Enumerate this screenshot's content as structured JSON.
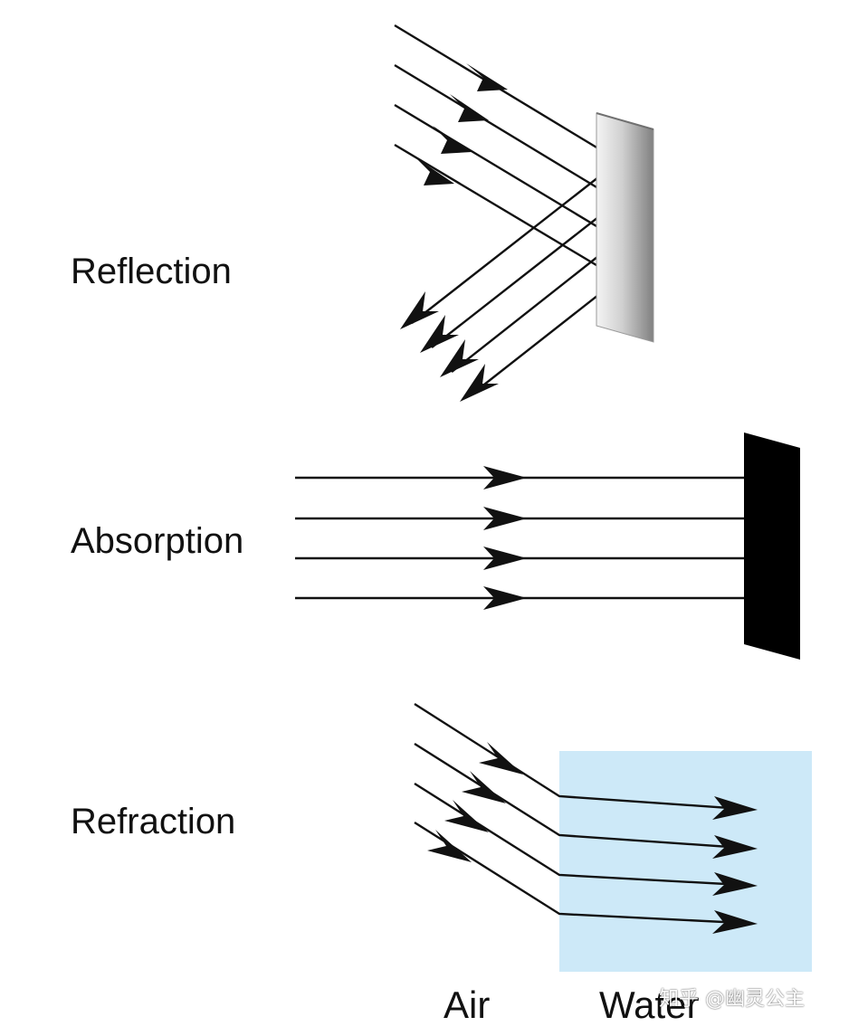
{
  "labels": {
    "reflection": "Reflection",
    "absorption": "Absorption",
    "refraction": "Refraction",
    "air": "Air",
    "water": "Water"
  },
  "watermark": "知乎 @幽灵公主",
  "colors": {
    "ray": "#111111",
    "mirror_light": "#f2f2f2",
    "mirror_dark": "#8a8a8a",
    "absorber": "#000000",
    "water": "#cde9f8"
  }
}
